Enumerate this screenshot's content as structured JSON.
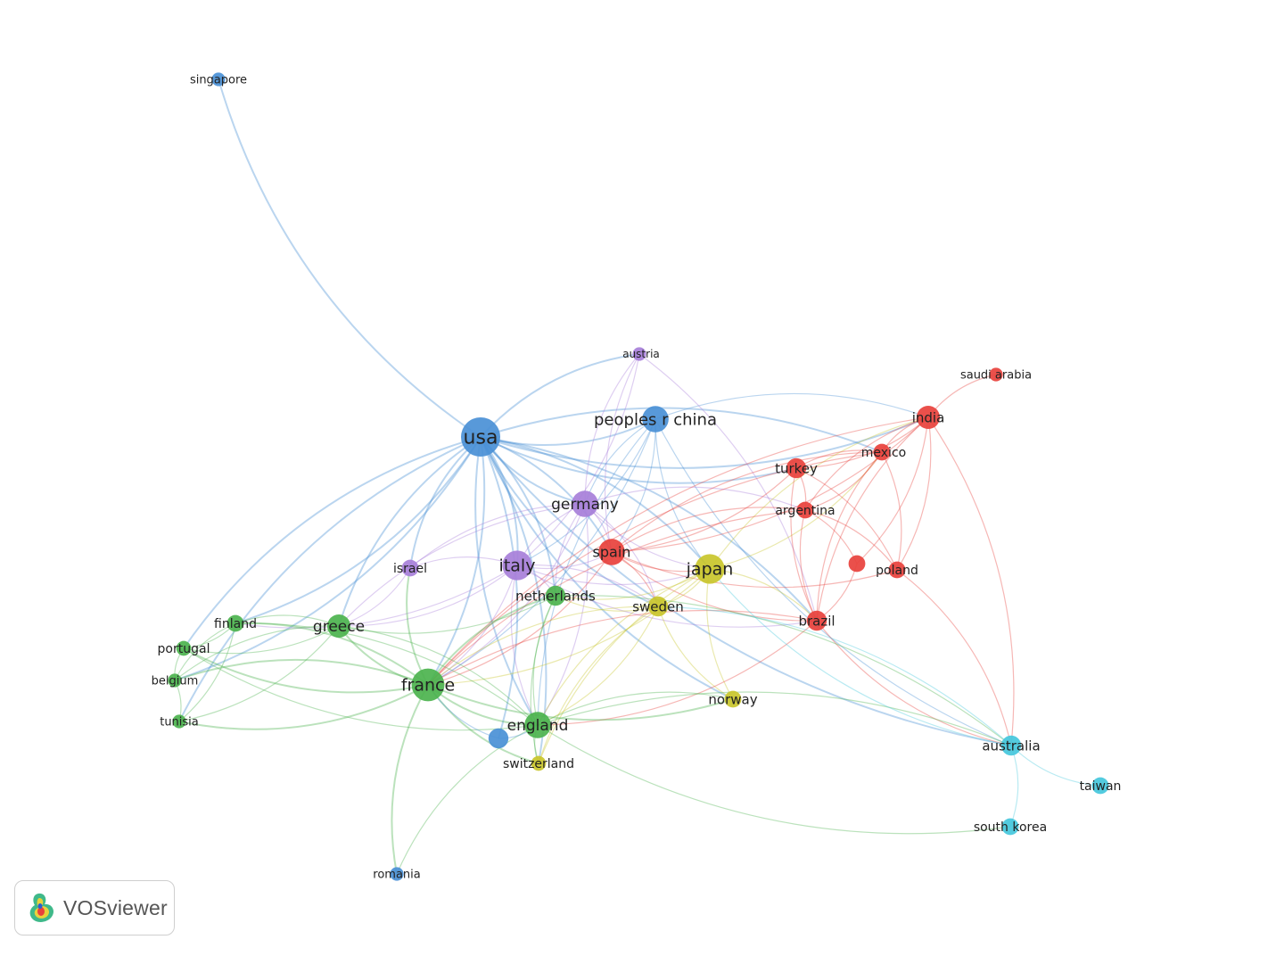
{
  "app": {
    "brand": "VOSviewer"
  },
  "clusters": {
    "red": "#e8413c",
    "green": "#4cb34e",
    "blue": "#4a90d6",
    "yellow": "#c9c52b",
    "purple": "#a77fd9",
    "cyan": "#44c7dc"
  },
  "nodes": [
    {
      "id": "usa",
      "label": "usa",
      "cluster": "blue",
      "weight": 5
    },
    {
      "id": "peoples-r-china",
      "label": "peoples r china",
      "cluster": "blue",
      "weight": 3
    },
    {
      "id": "singapore",
      "label": "singapore",
      "cluster": "blue",
      "weight": 1
    },
    {
      "id": "romania",
      "label": "romania",
      "cluster": "blue",
      "weight": 1
    },
    {
      "id": "blue-unlabeled",
      "label": "",
      "cluster": "blue",
      "weight": 2
    },
    {
      "id": "austria",
      "label": "austria",
      "cluster": "purple",
      "weight": 1
    },
    {
      "id": "germany",
      "label": "germany",
      "cluster": "purple",
      "weight": 3
    },
    {
      "id": "italy",
      "label": "italy",
      "cluster": "purple",
      "weight": 3.5
    },
    {
      "id": "israel",
      "label": "israel",
      "cluster": "purple",
      "weight": 1.5
    },
    {
      "id": "spain",
      "label": "spain",
      "cluster": "red",
      "weight": 3
    },
    {
      "id": "india",
      "label": "india",
      "cluster": "red",
      "weight": 2.5
    },
    {
      "id": "saudi-arabia",
      "label": "saudi arabia",
      "cluster": "red",
      "weight": 1
    },
    {
      "id": "mexico",
      "label": "mexico",
      "cluster": "red",
      "weight": 1.5
    },
    {
      "id": "turkey",
      "label": "turkey",
      "cluster": "red",
      "weight": 2
    },
    {
      "id": "argentina",
      "label": "argentina",
      "cluster": "red",
      "weight": 1.5
    },
    {
      "id": "poland",
      "label": "poland",
      "cluster": "red",
      "weight": 1.5
    },
    {
      "id": "red-unlabeled",
      "label": "",
      "cluster": "red",
      "weight": 1.5
    },
    {
      "id": "brazil",
      "label": "brazil",
      "cluster": "red",
      "weight": 2
    },
    {
      "id": "japan",
      "label": "japan",
      "cluster": "yellow",
      "weight": 3.5
    },
    {
      "id": "sweden",
      "label": "sweden",
      "cluster": "yellow",
      "weight": 2
    },
    {
      "id": "norway",
      "label": "norway",
      "cluster": "yellow",
      "weight": 1.5
    },
    {
      "id": "switzerland",
      "label": "switzerland",
      "cluster": "yellow",
      "weight": 1.2
    },
    {
      "id": "netherlands",
      "label": "netherlands",
      "cluster": "green",
      "weight": 2
    },
    {
      "id": "greece",
      "label": "greece",
      "cluster": "green",
      "weight": 2.5
    },
    {
      "id": "finland",
      "label": "finland",
      "cluster": "green",
      "weight": 1.5
    },
    {
      "id": "portugal",
      "label": "portugal",
      "cluster": "green",
      "weight": 1.2
    },
    {
      "id": "belgium",
      "label": "belgium",
      "cluster": "green",
      "weight": 1
    },
    {
      "id": "tunisia",
      "label": "tunisia",
      "cluster": "green",
      "weight": 1
    },
    {
      "id": "france",
      "label": "france",
      "cluster": "green",
      "weight": 4
    },
    {
      "id": "england",
      "label": "england",
      "cluster": "green",
      "weight": 3
    },
    {
      "id": "australia",
      "label": "australia",
      "cluster": "cyan",
      "weight": 2
    },
    {
      "id": "taiwan",
      "label": "taiwan",
      "cluster": "cyan",
      "weight": 1.5
    },
    {
      "id": "south-korea",
      "label": "south korea",
      "cluster": "cyan",
      "weight": 1.5
    }
  ],
  "edges": [
    [
      "usa",
      "singapore"
    ],
    [
      "usa",
      "peoples-r-china"
    ],
    [
      "usa",
      "austria"
    ],
    [
      "usa",
      "germany"
    ],
    [
      "usa",
      "italy"
    ],
    [
      "usa",
      "israel"
    ],
    [
      "usa",
      "spain"
    ],
    [
      "usa",
      "india"
    ],
    [
      "usa",
      "mexico"
    ],
    [
      "usa",
      "turkey"
    ],
    [
      "usa",
      "japan"
    ],
    [
      "usa",
      "sweden"
    ],
    [
      "usa",
      "netherlands"
    ],
    [
      "usa",
      "greece"
    ],
    [
      "usa",
      "finland"
    ],
    [
      "usa",
      "portugal"
    ],
    [
      "usa",
      "belgium"
    ],
    [
      "usa",
      "tunisia"
    ],
    [
      "usa",
      "france"
    ],
    [
      "usa",
      "england"
    ],
    [
      "usa",
      "switzerland"
    ],
    [
      "usa",
      "australia"
    ],
    [
      "usa",
      "brazil"
    ],
    [
      "usa",
      "norway"
    ],
    [
      "usa",
      "blue-unlabeled"
    ],
    [
      "peoples-r-china",
      "germany"
    ],
    [
      "peoples-r-china",
      "italy"
    ],
    [
      "peoples-r-china",
      "japan"
    ],
    [
      "peoples-r-china",
      "spain"
    ],
    [
      "peoples-r-china",
      "australia"
    ],
    [
      "peoples-r-china",
      "france"
    ],
    [
      "peoples-r-china",
      "england"
    ],
    [
      "peoples-r-china",
      "india"
    ],
    [
      "austria",
      "germany"
    ],
    [
      "austria",
      "italy"
    ],
    [
      "austria",
      "spain"
    ],
    [
      "austria",
      "brazil"
    ],
    [
      "germany",
      "italy"
    ],
    [
      "germany",
      "spain"
    ],
    [
      "germany",
      "japan"
    ],
    [
      "germany",
      "france"
    ],
    [
      "germany",
      "netherlands"
    ],
    [
      "germany",
      "england"
    ],
    [
      "germany",
      "israel"
    ],
    [
      "germany",
      "sweden"
    ],
    [
      "germany",
      "greece"
    ],
    [
      "germany",
      "argentina"
    ],
    [
      "italy",
      "spain"
    ],
    [
      "italy",
      "france"
    ],
    [
      "italy",
      "israel"
    ],
    [
      "italy",
      "greece"
    ],
    [
      "italy",
      "japan"
    ],
    [
      "italy",
      "netherlands"
    ],
    [
      "italy",
      "england"
    ],
    [
      "italy",
      "sweden"
    ],
    [
      "italy",
      "brazil"
    ],
    [
      "italy",
      "finland"
    ],
    [
      "spain",
      "japan"
    ],
    [
      "spain",
      "argentina"
    ],
    [
      "spain",
      "brazil"
    ],
    [
      "spain",
      "mexico"
    ],
    [
      "spain",
      "india"
    ],
    [
      "spain",
      "france"
    ],
    [
      "spain",
      "poland"
    ],
    [
      "spain",
      "sweden"
    ],
    [
      "spain",
      "turkey"
    ],
    [
      "japan",
      "sweden"
    ],
    [
      "japan",
      "norway"
    ],
    [
      "japan",
      "france"
    ],
    [
      "japan",
      "england"
    ],
    [
      "japan",
      "india"
    ],
    [
      "japan",
      "mexico"
    ],
    [
      "japan",
      "brazil"
    ],
    [
      "japan",
      "switzerland"
    ],
    [
      "japan",
      "netherlands"
    ],
    [
      "sweden",
      "norway"
    ],
    [
      "sweden",
      "netherlands"
    ],
    [
      "sweden",
      "france"
    ],
    [
      "sweden",
      "england"
    ],
    [
      "sweden",
      "switzerland"
    ],
    [
      "india",
      "saudi-arabia"
    ],
    [
      "india",
      "mexico"
    ],
    [
      "india",
      "turkey"
    ],
    [
      "india",
      "argentina"
    ],
    [
      "india",
      "poland"
    ],
    [
      "india",
      "brazil"
    ],
    [
      "india",
      "australia"
    ],
    [
      "india",
      "france"
    ],
    [
      "india",
      "red-unlabeled"
    ],
    [
      "mexico",
      "turkey"
    ],
    [
      "mexico",
      "argentina"
    ],
    [
      "mexico",
      "brazil"
    ],
    [
      "mexico",
      "poland"
    ],
    [
      "mexico",
      "france"
    ],
    [
      "turkey",
      "argentina"
    ],
    [
      "turkey",
      "brazil"
    ],
    [
      "turkey",
      "poland"
    ],
    [
      "argentina",
      "brazil"
    ],
    [
      "argentina",
      "poland"
    ],
    [
      "argentina",
      "france"
    ],
    [
      "red-unlabeled",
      "brazil"
    ],
    [
      "red-unlabeled",
      "argentina"
    ],
    [
      "poland",
      "australia"
    ],
    [
      "brazil",
      "france"
    ],
    [
      "brazil",
      "england"
    ],
    [
      "brazil",
      "australia"
    ],
    [
      "france",
      "greece"
    ],
    [
      "france",
      "england"
    ],
    [
      "france",
      "netherlands"
    ],
    [
      "france",
      "finland"
    ],
    [
      "france",
      "portugal"
    ],
    [
      "france",
      "belgium"
    ],
    [
      "france",
      "tunisia"
    ],
    [
      "france",
      "switzerland"
    ],
    [
      "france",
      "israel"
    ],
    [
      "france",
      "norway"
    ],
    [
      "greece",
      "england"
    ],
    [
      "greece",
      "finland"
    ],
    [
      "greece",
      "portugal"
    ],
    [
      "greece",
      "belgium"
    ],
    [
      "greece",
      "tunisia"
    ],
    [
      "greece",
      "netherlands"
    ],
    [
      "england",
      "netherlands"
    ],
    [
      "england",
      "finland"
    ],
    [
      "england",
      "portugal"
    ],
    [
      "england",
      "switzerland"
    ],
    [
      "england",
      "australia"
    ],
    [
      "england",
      "south-korea"
    ],
    [
      "england",
      "norway"
    ],
    [
      "england",
      "romania"
    ],
    [
      "finland",
      "portugal"
    ],
    [
      "finland",
      "belgium"
    ],
    [
      "finland",
      "tunisia"
    ],
    [
      "portugal",
      "belgium"
    ],
    [
      "belgium",
      "tunisia"
    ],
    [
      "netherlands",
      "switzerland"
    ],
    [
      "netherlands",
      "australia"
    ],
    [
      "australia",
      "taiwan"
    ],
    [
      "australia",
      "south-korea"
    ],
    [
      "australia",
      "sweden"
    ],
    [
      "australia",
      "japan"
    ],
    [
      "france",
      "romania"
    ],
    [
      "blue-unlabeled",
      "france"
    ],
    [
      "blue-unlabeled",
      "england"
    ],
    [
      "israel",
      "greece"
    ]
  ]
}
